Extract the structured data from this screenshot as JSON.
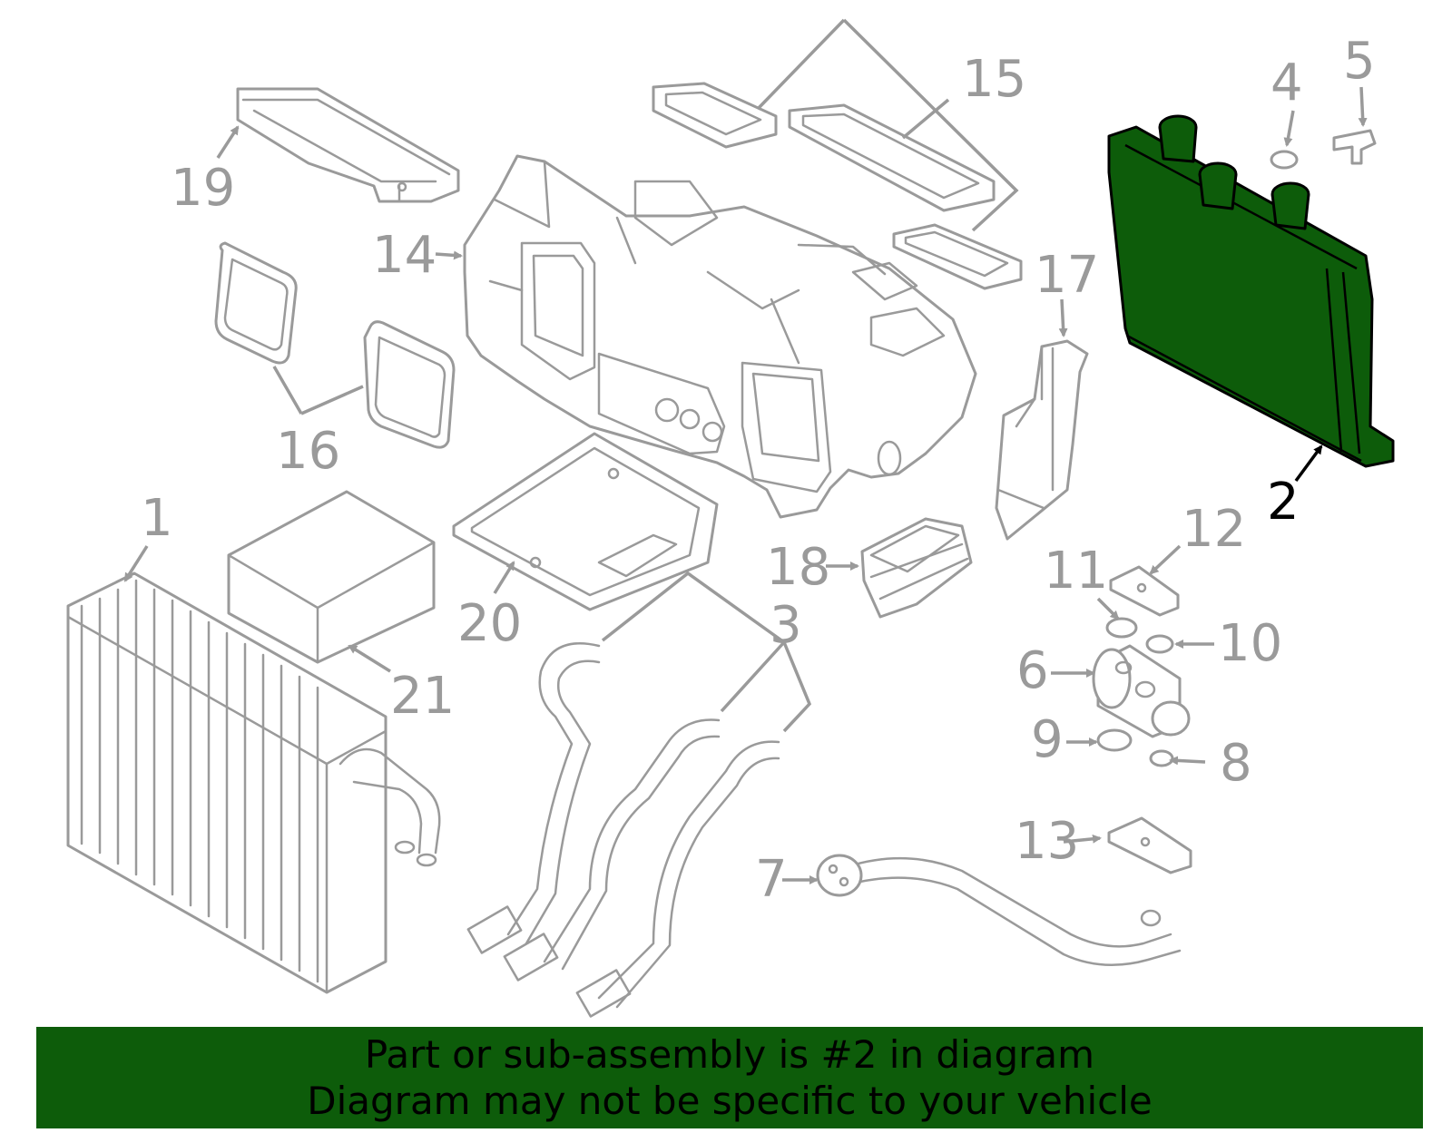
{
  "callouts": {
    "c1": "1",
    "c2": "2",
    "c3": "3",
    "c4": "4",
    "c5": "5",
    "c6": "6",
    "c7": "7",
    "c8": "8",
    "c9": "9",
    "c10": "10",
    "c11": "11",
    "c12": "12",
    "c13": "13",
    "c14": "14",
    "c15": "15",
    "c16": "16",
    "c17": "17",
    "c18": "18",
    "c19": "19",
    "c20": "20",
    "c21": "21"
  },
  "highlighted_part": "2",
  "colors": {
    "highlight": "#0d5c0a",
    "part_stroke": "#9a9a9a"
  },
  "banner": {
    "line1": "Part or sub-assembly is #2 in diagram",
    "line2": "Diagram may not be specific to your vehicle"
  }
}
